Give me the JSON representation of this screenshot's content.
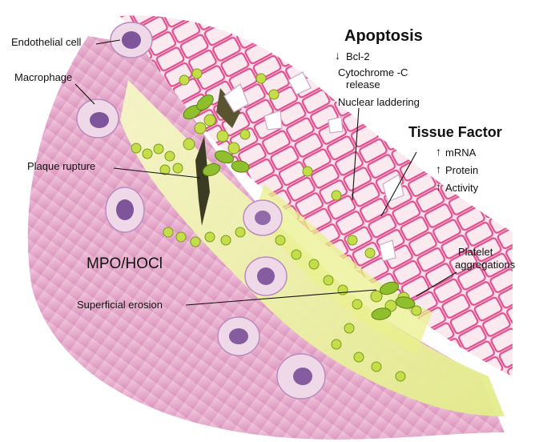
{
  "labels": {
    "endothelial_cell": "Endothelial cell",
    "macrophage": "Macrophage",
    "plaque_rupture": "Plaque rupture",
    "mpo_hocl": "MPO/HOCl",
    "superficial_erosion": "Superficial erosion",
    "platelet_line1": "Platelet",
    "platelet_line2": "aggregations"
  },
  "apoptosis": {
    "title": "Apoptosis",
    "arrow_down": "↓",
    "bcl2": "Bcl-2",
    "cytochrome_line1": "Cytochrome -C",
    "cytochrome_line2": "release",
    "nuclear": "Nuclear laddering"
  },
  "tissue_factor": {
    "title": "Tissue Factor",
    "arrow_up": "↑",
    "mrna": "mRNA",
    "protein": "Protein",
    "activity": "Activity"
  },
  "colors": {
    "outer_wall": "#e8b3d0",
    "wall_stripe": "#d98fbd",
    "endothelium": "#e0508f",
    "plaque": "#eef2a0",
    "cell_fill": "#f7dde7",
    "platelet": "#9cc63a",
    "macrophage_nucleus": "#6a3c8c"
  }
}
